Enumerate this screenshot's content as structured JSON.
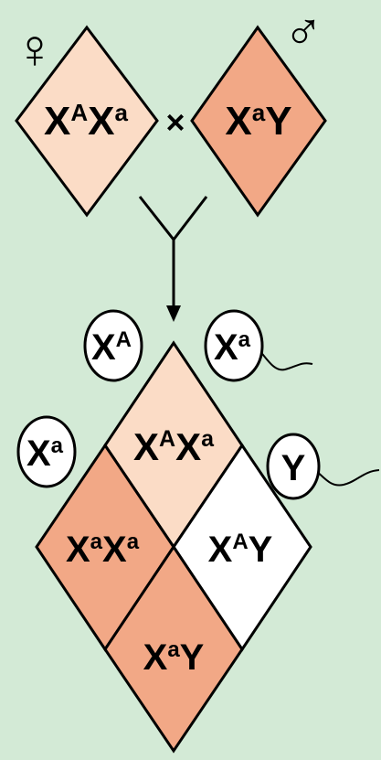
{
  "parents": {
    "female_symbol": "♀",
    "male_symbol": "♂",
    "cross_symbol": "×",
    "mother": {
      "base1": "X",
      "sup1": "A",
      "base2": "X",
      "sup2": "a"
    },
    "father": {
      "base1": "X",
      "sup1": "a",
      "base2": "Y",
      "sup2": ""
    }
  },
  "gametes": {
    "egg_1": {
      "base": "X",
      "sup": "A"
    },
    "egg_2": {
      "base": "X",
      "sup": "a"
    },
    "sperm_1": {
      "base": "X",
      "sup": "a"
    },
    "sperm_2": {
      "base": "Y",
      "sup": ""
    }
  },
  "offspring": {
    "top": {
      "base1": "X",
      "sup1": "A",
      "base2": "X",
      "sup2": "a"
    },
    "left": {
      "base1": "X",
      "sup1": "a",
      "base2": "X",
      "sup2": "a"
    },
    "right": {
      "base1": "X",
      "sup1": "A",
      "base2": "Y",
      "sup2": ""
    },
    "bottom": {
      "base1": "X",
      "sup1": "a",
      "base2": "Y",
      "sup2": ""
    }
  },
  "colors": {
    "background": "#d3ead6",
    "carrier_female": "#fbdcc6",
    "affected": "#f2a886",
    "unaffected": "#ffffff",
    "stroke": "#000000"
  }
}
